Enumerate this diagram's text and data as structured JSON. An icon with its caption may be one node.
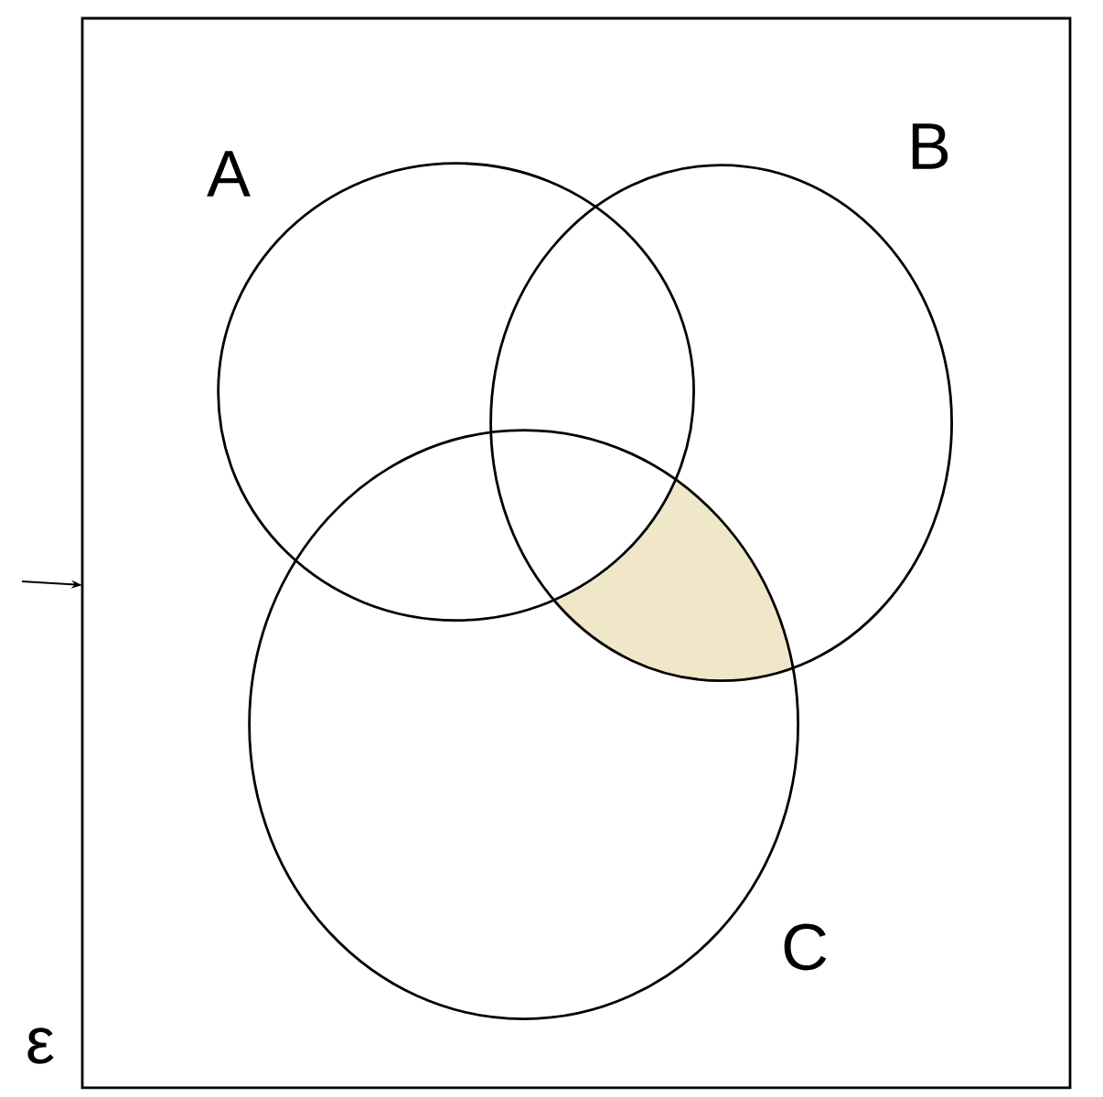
{
  "diagram": {
    "nodes": [
      {
        "text": [
          "ε"
        ]
      },
      {
        "text": [
          "A"
        ],
        "in": 0
      },
      {
        "text": [
          "B"
        ],
        "in": 0
      },
      {
        "text": [
          "C"
        ],
        "in": 0
      }
    ]
  }
}
